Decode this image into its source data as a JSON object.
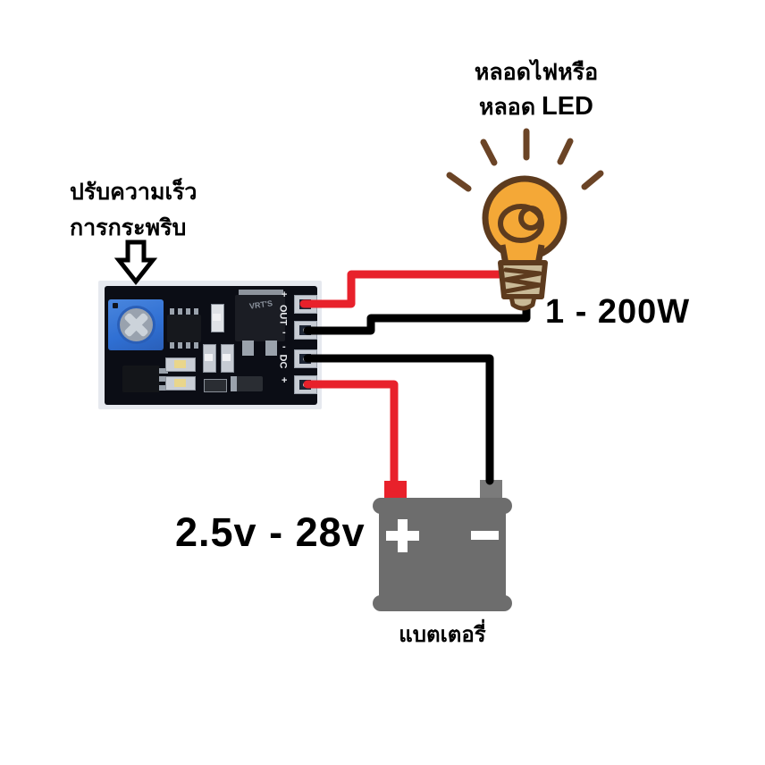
{
  "bulb": {
    "label_line1": "หลอดไฟหรือ",
    "label_line2_prefix": "หลอด ",
    "label_line2_bold": "LED",
    "power_rating": "1 - 200W"
  },
  "controller": {
    "adjust_line1": "ปรับความเร็ว",
    "adjust_line2": "การกระพริบ",
    "silkscreen": {
      "out_plus": "+",
      "out": "OUT",
      "out_minus": "-",
      "dc_minus": "-",
      "dc": "DC",
      "dc_plus": "+"
    },
    "mosfet_marking": "VRT'S"
  },
  "battery": {
    "voltage_range": "2.5v - 28v",
    "label": "แบตเตอรี่",
    "plus_symbol": "+",
    "minus_symbol": "−"
  },
  "colors": {
    "wire_red": "#e8212b",
    "wire_black": "#000000",
    "bulb_glass": "#f4a837",
    "bulb_outline": "#5d3b1e",
    "bulb_base_tan": "#c9ba97",
    "ray_brown": "#6b4426",
    "battery_gray": "#6d6d6d",
    "terminal_gray": "#7b7b7b",
    "pcb_black": "#0b0d15",
    "pot_blue": "#2f6fd3",
    "background": "#ffffff"
  }
}
